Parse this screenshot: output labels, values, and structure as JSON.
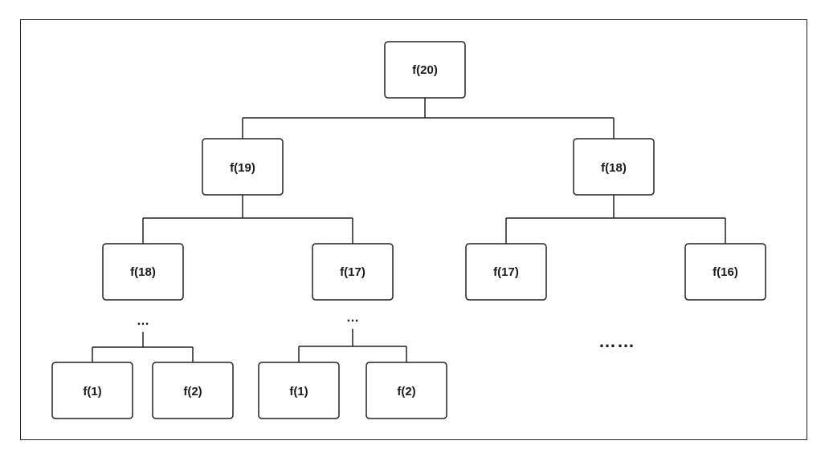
{
  "diagram": {
    "nodes": [
      {
        "id": "n20",
        "label": "f(20)"
      },
      {
        "id": "n19",
        "label": "f(19)"
      },
      {
        "id": "n18a",
        "label": "f(18)"
      },
      {
        "id": "n18b",
        "label": "f(18)"
      },
      {
        "id": "n17a",
        "label": "f(17)"
      },
      {
        "id": "n17b",
        "label": "f(17)"
      },
      {
        "id": "n16",
        "label": "f(16)"
      },
      {
        "id": "n1a",
        "label": "f(1)"
      },
      {
        "id": "n2a",
        "label": "f(2)"
      },
      {
        "id": "n1b",
        "label": "f(1)"
      },
      {
        "id": "n2b",
        "label": "f(2)"
      }
    ],
    "edges": [
      {
        "from": "n20",
        "to": [
          "n19",
          "n18a"
        ]
      },
      {
        "from": "n19",
        "to": [
          "n18b",
          "n17a"
        ]
      },
      {
        "from": "n18a",
        "to": [
          "n17b",
          "n16"
        ]
      }
    ],
    "ellipses": [
      {
        "id": "e1",
        "text": "…"
      },
      {
        "id": "e2",
        "text": "…"
      },
      {
        "id": "e3",
        "text": "……"
      }
    ]
  }
}
